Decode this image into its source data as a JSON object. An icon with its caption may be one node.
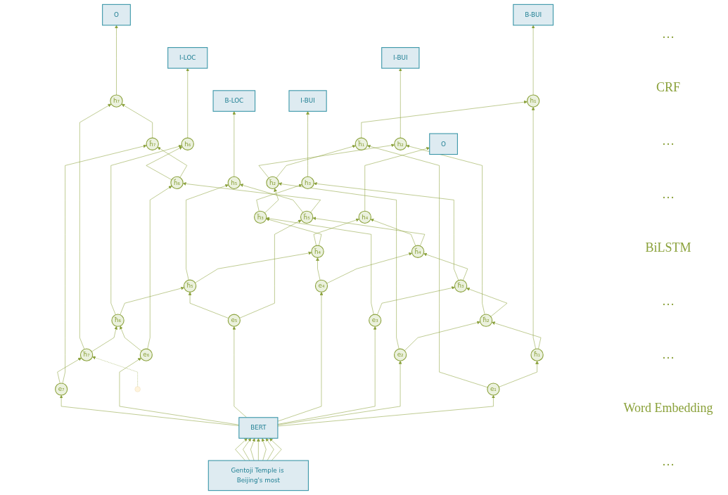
{
  "diagram": {
    "nodes": [
      {
        "text": [
          "B-BUI"
        ]
      },
      {
        "text": [
          "I-BUI"
        ]
      },
      {
        "text": [
          "I-BUI"
        ]
      },
      {
        "text": [
          "O"
        ]
      },
      {
        "text": [
          "B-LOC"
        ]
      },
      {
        "text": [
          "I-LOC"
        ]
      },
      {
        "text": [
          "O"
        ]
      },
      {
        "text": [
          "h₁"
        ]
      },
      {
        "text": [
          "h₂"
        ]
      },
      {
        "text": [
          "h₃"
        ]
      },
      {
        "text": [
          "h₄"
        ]
      },
      {
        "text": [
          "h₅"
        ]
      },
      {
        "text": [
          "h₆"
        ]
      },
      {
        "text": [
          "h₇"
        ]
      },
      {
        "text": [
          "h⃖₁"
        ]
      },
      {
        "text": [
          "h⃖₂"
        ]
      },
      {
        "text": [
          "h⃖₃"
        ]
      },
      {
        "text": [
          "h⃖₄"
        ]
      },
      {
        "text": [
          "h⃖₅"
        ]
      },
      {
        "text": [
          "h⃖₆"
        ]
      },
      {
        "text": [
          "h⃖₇"
        ]
      },
      {
        "text": [
          "h⃗₁"
        ]
      },
      {
        "text": [
          "h⃗₂"
        ]
      },
      {
        "text": [
          "h⃗₃"
        ]
      },
      {
        "text": [
          "h⃗₄"
        ]
      },
      {
        "text": [
          "h⃗₅"
        ]
      },
      {
        "text": [
          "h⃗₆"
        ]
      },
      {
        "text": [
          "h⃗₇"
        ]
      },
      {
        "text": [
          "e₁"
        ]
      },
      {
        "text": [
          "e₂"
        ]
      },
      {
        "text": [
          "e₃"
        ]
      },
      {
        "text": [
          "e₄"
        ]
      },
      {
        "text": [
          "e₅"
        ]
      },
      {
        "text": [
          "e₆"
        ]
      },
      {
        "text": [
          "e₇"
        ]
      },
      {
        "text": [
          "BERT"
        ]
      },
      {
        "text": [
          "Gentoji Temple is Beijing's most"
        ]
      }
    ],
    "edges": [
      {
        "from": 36,
        "to": 35,
        "arrow": "to"
      },
      {
        "from": 36,
        "to": 35,
        "arrow": "to"
      },
      {
        "from": 36,
        "to": 35,
        "arrow": "to"
      },
      {
        "from": 36,
        "to": 35,
        "arrow": "to"
      },
      {
        "from": 36,
        "to": 35,
        "arrow": "to"
      },
      {
        "from": 36,
        "to": 35,
        "arrow": "to"
      },
      {
        "from": 36,
        "to": 35,
        "arrow": "to"
      },
      {
        "from": 35,
        "to": 28,
        "arrow": "to"
      },
      {
        "from": 35,
        "to": 29,
        "arrow": "to"
      },
      {
        "from": 35,
        "to": 30,
        "arrow": "to"
      },
      {
        "from": 35,
        "to": 31,
        "arrow": "to"
      },
      {
        "from": 35,
        "to": 32,
        "arrow": "to"
      },
      {
        "from": 35,
        "to": 33,
        "arrow": "to"
      },
      {
        "from": 35,
        "to": 34,
        "arrow": "to"
      },
      {
        "from": 28,
        "to": 21,
        "arrow": "to"
      },
      {
        "from": 29,
        "to": 22,
        "arrow": "to"
      },
      {
        "from": 30,
        "to": 23,
        "arrow": "to"
      },
      {
        "from": 31,
        "to": 24,
        "arrow": "to"
      },
      {
        "from": 32,
        "to": 25,
        "arrow": "to"
      },
      {
        "from": 33,
        "to": 26,
        "arrow": "to"
      },
      {
        "from": 34,
        "to": 27,
        "arrow": "to"
      },
      {
        "from": 28,
        "to": 14,
        "arrow": "to"
      },
      {
        "from": 29,
        "to": 15,
        "arrow": "to"
      },
      {
        "from": 30,
        "to": 16,
        "arrow": "to"
      },
      {
        "from": 31,
        "to": 17,
        "arrow": "to"
      },
      {
        "from": 32,
        "to": 18,
        "arrow": "to"
      },
      {
        "from": 33,
        "to": 19,
        "arrow": "to"
      },
      {
        "from": 34,
        "to": 20,
        "arrow": "to"
      },
      {
        "from": 21,
        "to": 22,
        "arrow": "to"
      },
      {
        "from": 22,
        "to": 23,
        "arrow": "to"
      },
      {
        "from": 23,
        "to": 24,
        "arrow": "to"
      },
      {
        "from": 24,
        "to": 25,
        "arrow": "to"
      },
      {
        "from": 25,
        "to": 26,
        "arrow": "to"
      },
      {
        "from": 26,
        "to": 27,
        "arrow": "to"
      },
      {
        "from": null,
        "to": 20,
        "arrow": "to",
        "style": "dashed"
      },
      {
        "from": 20,
        "to": 19,
        "arrow": "to"
      },
      {
        "from": 19,
        "to": 18,
        "arrow": "to"
      },
      {
        "from": 18,
        "to": 17,
        "arrow": "to"
      },
      {
        "from": 17,
        "to": 16,
        "arrow": "to"
      },
      {
        "from": 16,
        "to": 15,
        "arrow": "to"
      },
      {
        "from": 15,
        "to": 14,
        "arrow": "to"
      },
      {
        "from": 14,
        "to": 7,
        "arrow": "to"
      },
      {
        "from": 15,
        "to": 8,
        "arrow": "to"
      },
      {
        "from": 16,
        "to": 9,
        "arrow": "to"
      },
      {
        "from": 17,
        "to": 10,
        "arrow": "to"
      },
      {
        "from": 18,
        "to": 11,
        "arrow": "to"
      },
      {
        "from": 19,
        "to": 12,
        "arrow": "to"
      },
      {
        "from": 20,
        "to": 13,
        "arrow": "to"
      },
      {
        "from": 21,
        "to": 7,
        "arrow": "to"
      },
      {
        "from": 22,
        "to": 8,
        "arrow": "to"
      },
      {
        "from": 23,
        "to": 9,
        "arrow": "to"
      },
      {
        "from": 24,
        "to": 10,
        "arrow": "to"
      },
      {
        "from": 25,
        "to": 11,
        "arrow": "to"
      },
      {
        "from": 26,
        "to": 12,
        "arrow": "to"
      },
      {
        "from": 27,
        "to": 13,
        "arrow": "to"
      },
      {
        "from": 7,
        "to": 0,
        "arrow": "to"
      },
      {
        "from": 8,
        "to": 1,
        "arrow": "to"
      },
      {
        "from": 9,
        "to": 2,
        "arrow": "to"
      },
      {
        "from": 10,
        "to": 3,
        "arrow": "to"
      },
      {
        "from": 11,
        "to": 4,
        "arrow": "to"
      },
      {
        "from": 12,
        "to": 5,
        "arrow": "to"
      },
      {
        "from": 13,
        "to": 6,
        "arrow": "to"
      }
    ],
    "labels": [
      "…",
      "CRF",
      "…",
      "…",
      "BiLSTM",
      "…",
      "…",
      "Word Embedding",
      "…"
    ]
  }
}
